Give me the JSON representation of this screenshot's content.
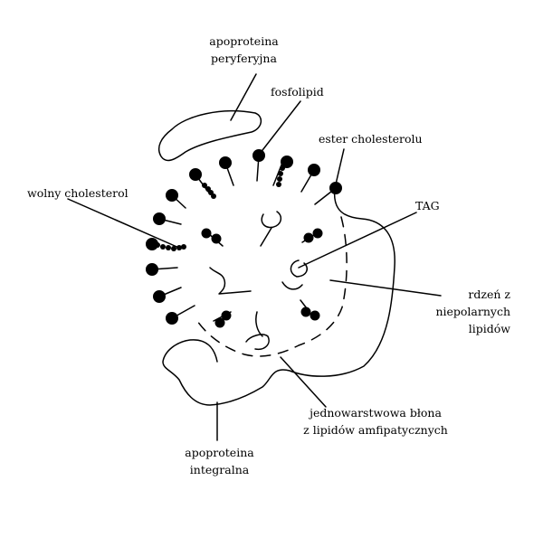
{
  "diagram": {
    "labels": {
      "apo_peripheral": [
        "apoproteina",
        "peryferyjna"
      ],
      "phospholipid": "fosfolipid",
      "cholesterol_ester": "ester cholesterolu",
      "free_cholesterol": "wolny cholesterol",
      "tag": "TAG",
      "core": [
        "rdzeń z",
        "niepolarnych",
        "lipidów"
      ],
      "monolayer": [
        "jednowarstwowa błona",
        "z lipidów amfipatycznych"
      ],
      "apo_integral": [
        "apoproteina",
        "integralna"
      ]
    }
  }
}
